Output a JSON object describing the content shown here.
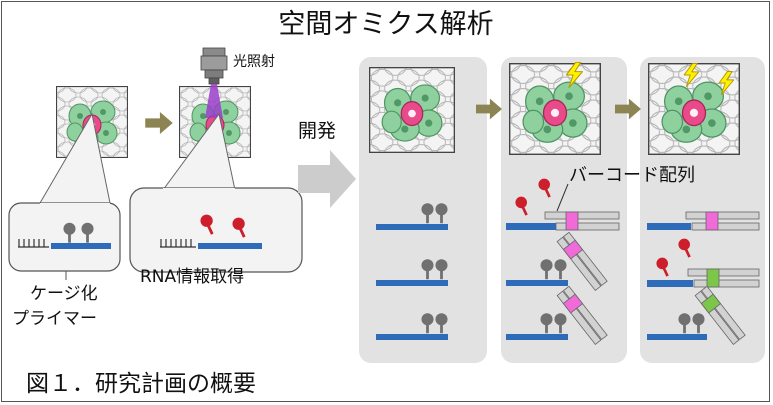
{
  "title": "空間オミクス解析",
  "labels": {
    "light": "光照射",
    "develop": "開発",
    "barcode": "バーコード配列",
    "rna_info": "RNA情報取得",
    "caged_line1": "ケージ化",
    "caged_line2": "プライマー"
  },
  "caption": "図１．研究計画の概要",
  "colors": {
    "cell_green": "#8fd19e",
    "cell_green_dark": "#5fa574",
    "cell_pink": "#e84a8a",
    "strand_blue": "#2e6bb8",
    "cage_gray": "#707070",
    "rna_red": "#cc1f2b",
    "barcode_magenta": "#f06ad8",
    "barcode_green": "#7cc64a",
    "arrow_olive": "#8c8452",
    "arrow_gray": "#cccccc",
    "panel_gray": "#e2e2e2",
    "bolt_yellow": "#fff200"
  }
}
